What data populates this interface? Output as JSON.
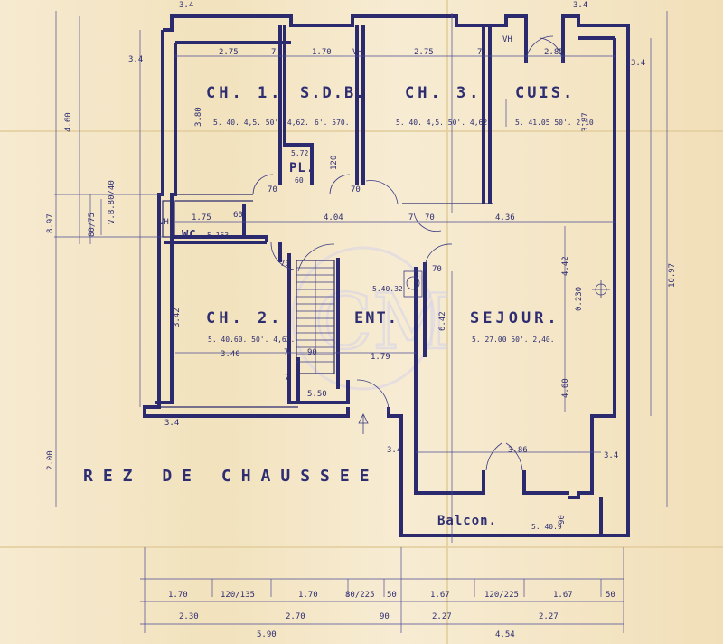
{
  "rooms": {
    "ch1": {
      "name": "CH. 1.",
      "area": "5. 40. 4,5.  50'. 4,62."
    },
    "sdb": {
      "name": "S.D.B.",
      "area": "6'. 570."
    },
    "ch3": {
      "name": "CH. 3.",
      "area": "5. 40. 4,5.  50'. 4,62."
    },
    "cuis": {
      "name": "CUIS.",
      "area": "5. 41.05   50'. 2,10"
    },
    "pl": {
      "name": "PL.",
      "area": "5.72",
      "sub": "60"
    },
    "wc": {
      "name": "WC.",
      "area": "5.163"
    },
    "ch2": {
      "name": "CH. 2.",
      "area": "5. 40.60.  50'. 4,62."
    },
    "ent": {
      "name": "ENT.",
      "area": "5.40.32"
    },
    "sejour": {
      "name": "SEJOUR.",
      "area": "5. 27.00   50'. 2,40."
    },
    "balcon": {
      "name": "Balcon.",
      "area": "5. 40.9"
    }
  },
  "title": "REZ DE CHAUSSEE",
  "dims_top": [
    "2.75",
    "7",
    "1.70",
    "2.75",
    "7",
    "2.85",
    "3.4",
    "3.4",
    "3.4"
  ],
  "dims_left": [
    "4.60",
    "8.97",
    "2.00",
    "80/75",
    "V.B.80/40",
    "3.80",
    "3.42"
  ],
  "dims_right": [
    "10.97",
    "3.87",
    "4.42",
    "4.60",
    "3.4"
  ],
  "dims_inner": [
    "1.75",
    "60",
    "120",
    "4.04",
    "4.36",
    "1.79",
    "3.40",
    "6.42",
    "0.230",
    "3.86",
    "5.50",
    "7",
    "90",
    "90"
  ],
  "dims_bottom_row1": [
    "1.70",
    "120/135",
    "1.70",
    "80/225",
    "50",
    "1.67",
    "120/225",
    "1.67",
    "50"
  ],
  "dims_bottom_row2": [
    "2.30",
    "2.70",
    "90",
    "2.27",
    "2.27"
  ],
  "dims_bottom_row3": [
    "5.90",
    "4.54"
  ],
  "marks": [
    "VH",
    "VH",
    "VH",
    "7",
    "7",
    "70",
    "70",
    "70",
    "70",
    "70",
    "3.4",
    "3.4",
    "3.4"
  ],
  "colors": {
    "ink": "#2c2a6e",
    "paper": "#f4e6c4"
  }
}
